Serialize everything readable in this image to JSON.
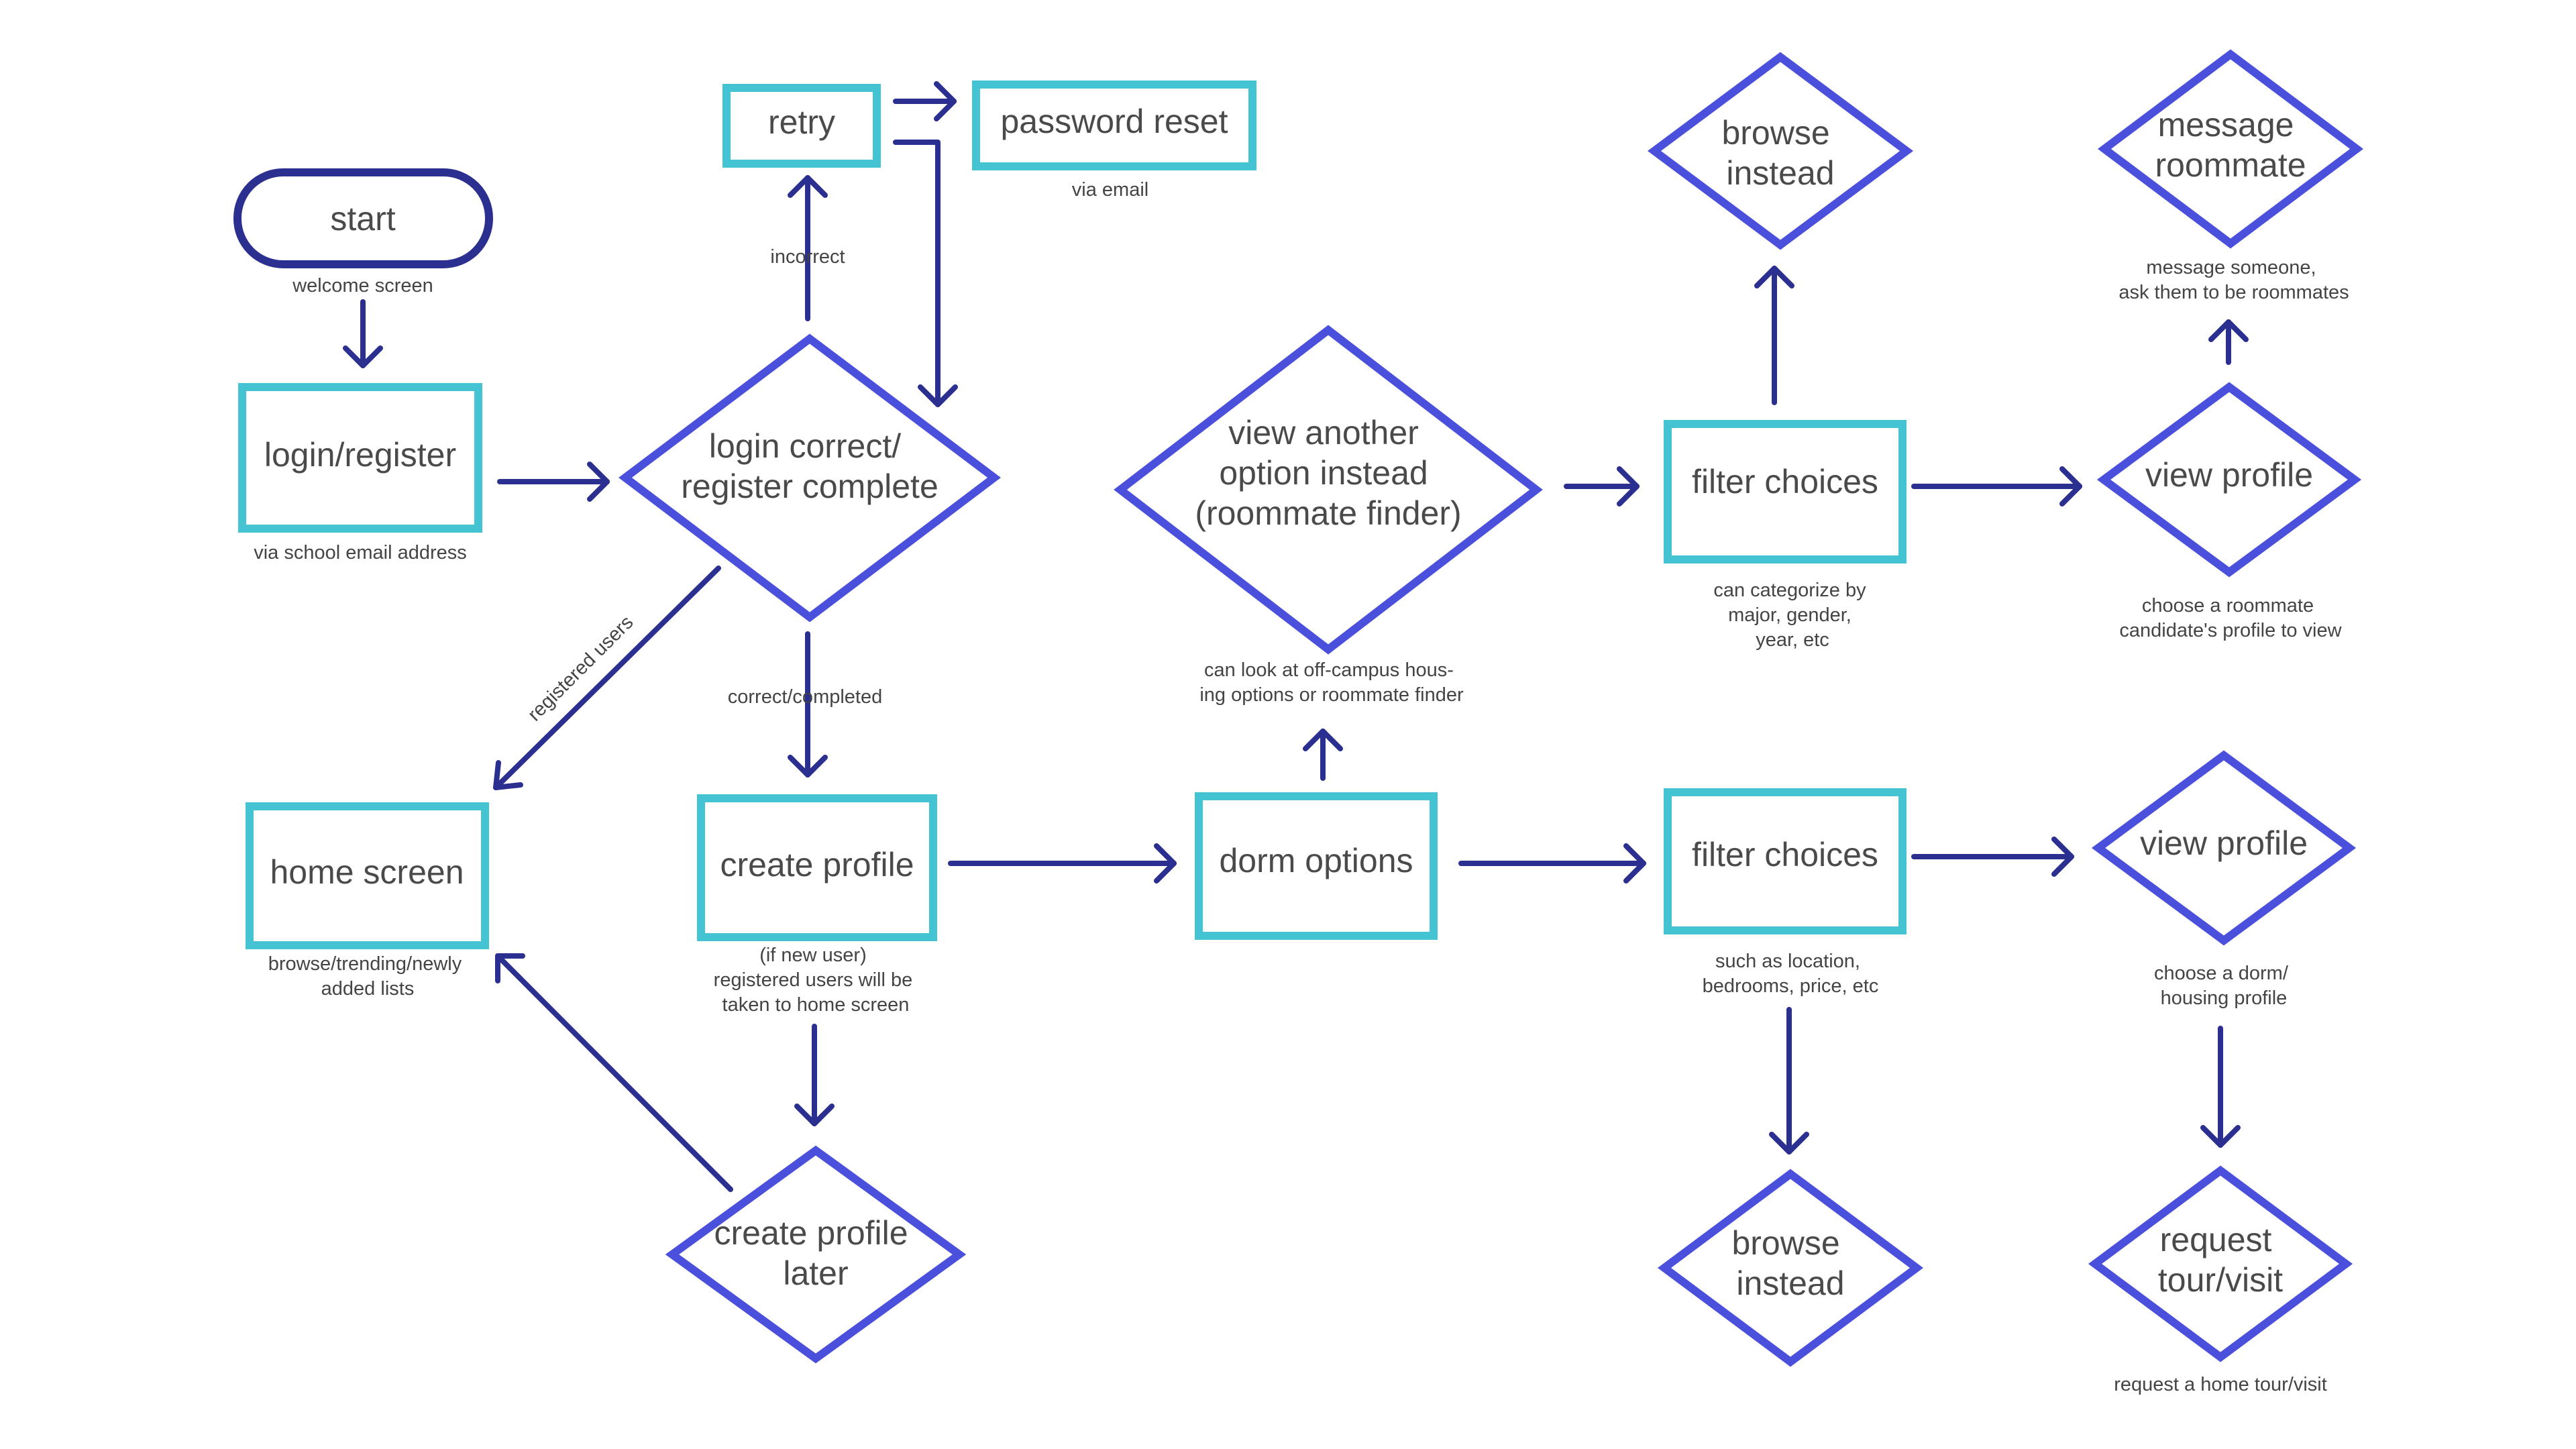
{
  "colors": {
    "process_border": "#44c4d3",
    "decision_border": "#4b50dc",
    "terminal_border": "#2b2f8f",
    "arrow": "#2b2f8f",
    "text": "#4a4a4a"
  },
  "nodes": {
    "start": "start",
    "login_register": "login/register",
    "retry": "retry",
    "password_reset": "password reset",
    "login_correct": [
      "login correct/",
      "register complete"
    ],
    "home_screen": "home screen",
    "create_profile": "create profile",
    "create_profile_later": [
      "create profile",
      "later"
    ],
    "dorm_options": "dorm options",
    "view_another": [
      "view another",
      "option instead",
      "(roommate finder)"
    ],
    "filter_top": "filter choices",
    "filter_bottom": "filter choices",
    "browse_top": [
      "browse",
      "instead"
    ],
    "browse_bottom": [
      "browse",
      "instead"
    ],
    "message_roommate": [
      "message",
      "roommate"
    ],
    "view_profile_top": "view profile",
    "view_profile_bottom": "view profile",
    "request_tour": [
      "request",
      "tour/visit"
    ]
  },
  "captions": {
    "welcome_screen": "welcome screen",
    "via_school_email": "via school email address",
    "via_email": "via email",
    "incorrect": "incorrect",
    "correct_completed": "correct/completed",
    "registered_users": "registered users",
    "home_lists": [
      "browse/trending/newly",
      "added lists"
    ],
    "new_user_note": [
      "(if new user)",
      "registered users will be",
      "taken to home screen"
    ],
    "off_campus_note": [
      "can look at off-campus hous-",
      "ing options or roommate finder"
    ],
    "categorize_note": [
      "can categorize by",
      "major, gender,",
      "year, etc"
    ],
    "message_note": [
      "message someone,",
      "ask them to be roommates"
    ],
    "choose_roommate_note": [
      "choose a roommate",
      "candidate's profile to view"
    ],
    "location_note": [
      "such as location,",
      "bedrooms, price, etc"
    ],
    "choose_dorm_note": [
      "choose a dorm/",
      "housing profile"
    ],
    "request_home_note": "request a home tour/visit"
  }
}
